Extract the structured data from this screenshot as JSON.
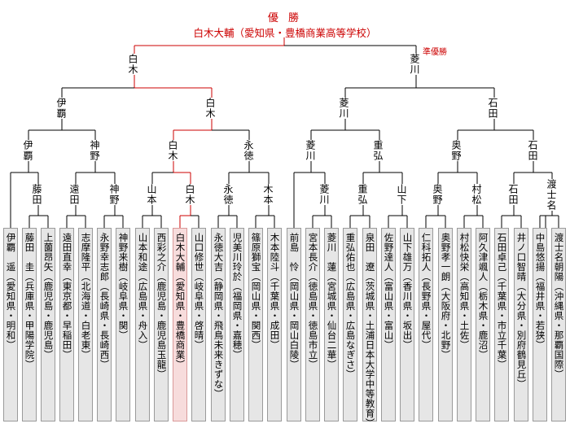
{
  "title": "優 勝",
  "champion": "白木大輔（愛知県・豊橋商業高等学校）",
  "runner_up_label": "準優勝",
  "colors": {
    "winner_line": "#cc0000",
    "line": "#000000",
    "box": "#e6e6e6",
    "winner_box": "#f7dcdc"
  },
  "final": {
    "left": "白木",
    "right": "菱川"
  },
  "semis": [
    "伊覇",
    "白木",
    "菱川",
    "石田"
  ],
  "quarters": [
    "伊覇",
    "神野",
    "白木",
    "永徳",
    "菱川",
    "重弘",
    "奥野",
    "石田"
  ],
  "r16": [
    "藤田",
    "遠田",
    "神野",
    "山本",
    "白木",
    "永徳",
    "木本",
    "菱川",
    "重弘",
    "山下",
    "奥野",
    "村松",
    "石田",
    "渡士名"
  ],
  "entrants": [
    "伊覇　遥（愛知県・明和）",
    "藤田　圭（兵庫県・甲陽学院）",
    "上薗昂矢（鹿児島・鹿児島）",
    "遠田直幸（東京都・早稲田）",
    "志摩隆平（北海道・白老東）",
    "永野幸志郎（長崎県・長崎西）",
    "神野来樹（岐阜県・関）",
    "山本和途（広島県・舟入）",
    "西彩之介（鹿児島・鹿児島玉龍）",
    "白木大輔（愛知県・豊橋商業）",
    "山口修世（岐阜県・啓晴）",
    "永徳大吉（静岡県・飛鳥未来きずな）",
    "児美川玲於（福岡県・嘉穂）",
    "篠原獅宝（岡山県・関西）",
    "木本陸斗（千葉県・成田）",
    "前島　怜（岡山県・岡山白陵）",
    "宮本長介（徳島県・徳島市立）",
    "菱川　蓮（宮城県・仙台二華）",
    "重弘佑也（広島県・広島なぎさ）",
    "泉田　遼（茨城県・土浦日本大学中等教育）",
    "佐野達人（富山県・富山）",
    "山下雄万（香川県・坂出）",
    "仁科拓人（長野県・屋代）",
    "奥野孝一朗（大阪府・北野）",
    "村松快栄（高知県・土佐）",
    "阿久津颯人（栃木県・鹿沼）",
    "石田卓己（千葉県・市立千葉）",
    "井ノ口智晴（大分県・別府鶴見丘）",
    "中島悠揚（福井県・若狭）",
    "渡士名朝陽（沖縄県・那覇国際）"
  ]
}
